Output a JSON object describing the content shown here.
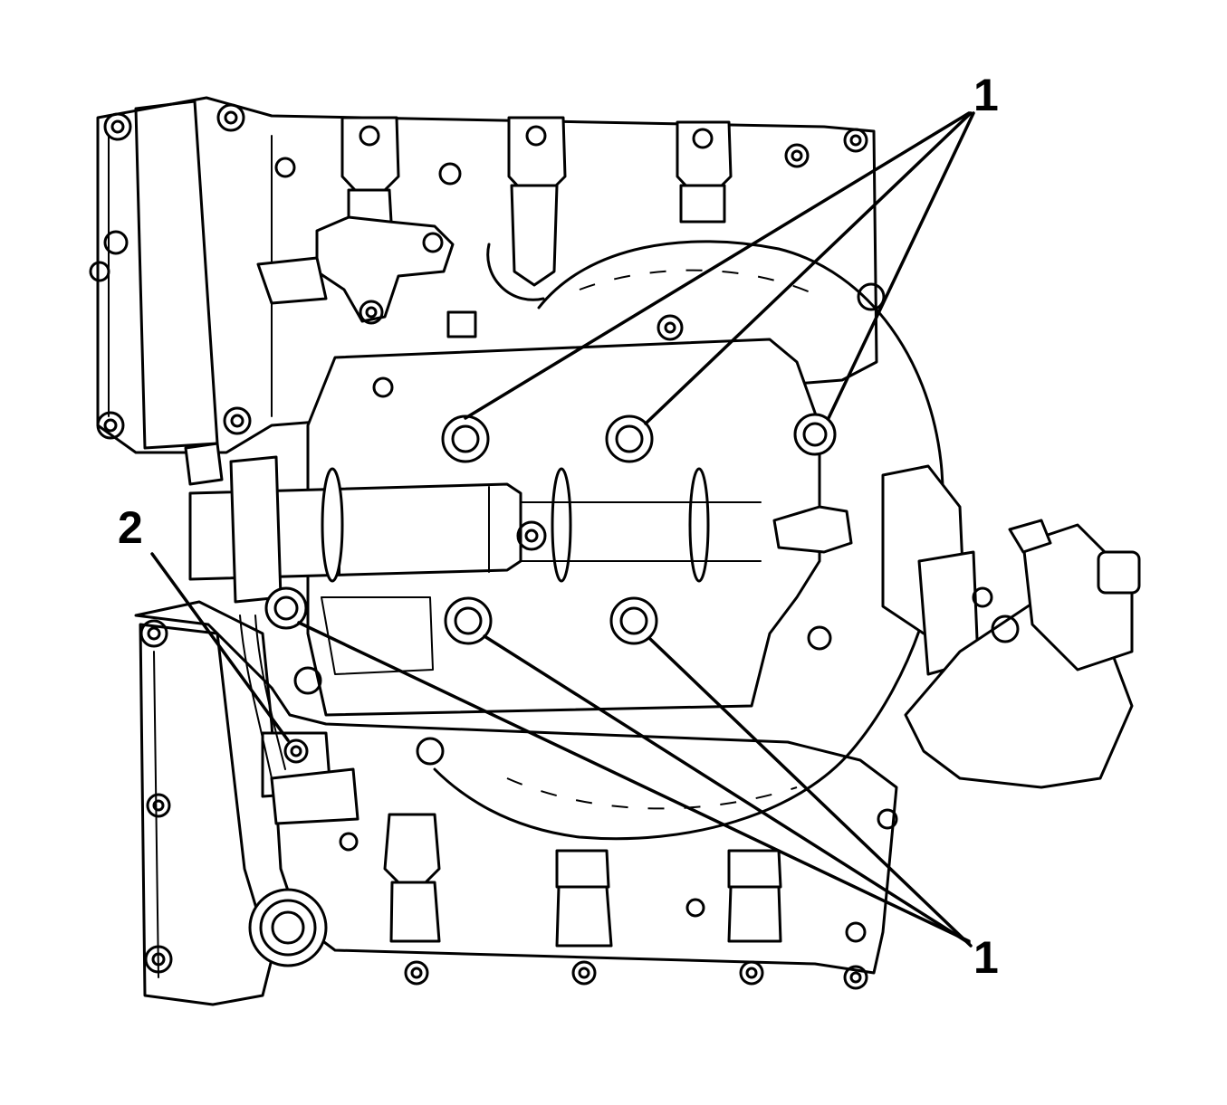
{
  "callouts": {
    "bolts_top": "1",
    "bolts_bottom": "1",
    "bolt_lower_left": "2"
  }
}
